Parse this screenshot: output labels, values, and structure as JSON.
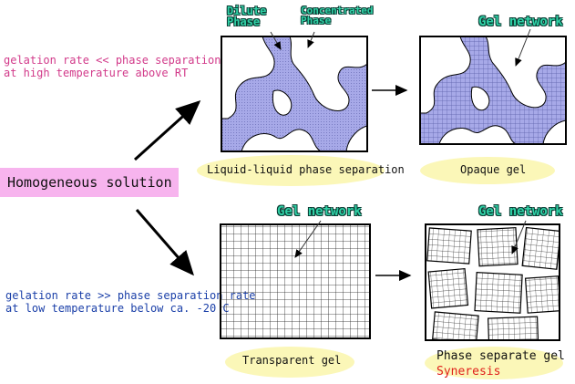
{
  "conditions": {
    "high": {
      "line1": "gelation rate << phase separation rate",
      "line2": "at high temperature above RT"
    },
    "low": {
      "line1": "gelation rate >> phase separation rate",
      "line2": "at low temperature below ca. -20 C"
    }
  },
  "start_label": "Homogeneous solution",
  "phase_labels": {
    "dilute": [
      "Dilute",
      "Phase"
    ],
    "concentrated": [
      "Concentrated",
      "Phase"
    ]
  },
  "gel_network_label": "Gel network",
  "captions": {
    "llps": "Liquid-liquid phase separation",
    "opaque": "Opaque gel",
    "transparent": "Transparent gel",
    "phase_separate": "Phase separate gel",
    "syneresis": "Syneresis"
  },
  "colors": {
    "concentrated_fill": "#a7a9e8",
    "start_box": "#f7b4ee",
    "caption_oval": "#fbf7b8",
    "high_text": "#d23a8a",
    "low_text": "#1a3fa8",
    "syneresis_text": "#e0201b"
  }
}
